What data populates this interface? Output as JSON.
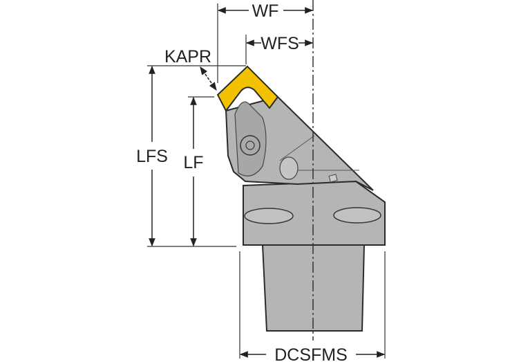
{
  "labels": {
    "wf": "WF",
    "wfs": "WFS",
    "kapr": "KAPR",
    "lfs": "LFS",
    "lf": "LF",
    "dcsfms": "DCSFMS"
  },
  "colors": {
    "insert": "#f2c200",
    "body": "#b4b6b3",
    "body_dark": "#9a9c99",
    "outline": "#2a2a2a"
  }
}
